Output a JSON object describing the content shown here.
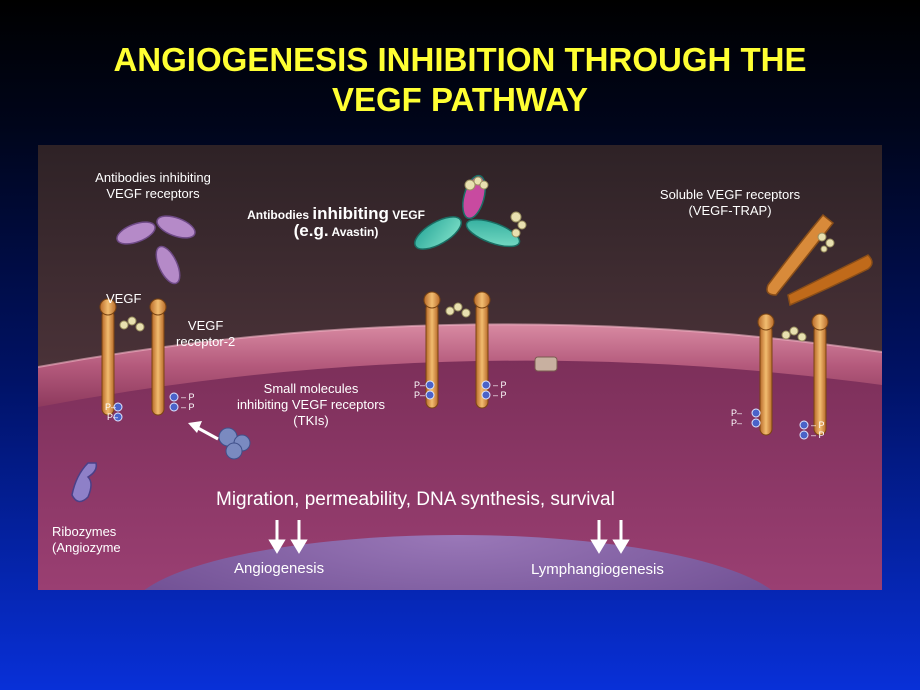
{
  "title": {
    "line1": "ANGIOGENESIS INHIBITION THROUGH THE",
    "line2": "VEGF PATHWAY"
  },
  "colors": {
    "title": "#ffff33",
    "background_top": "#000000",
    "background_bottom": "#0830d8",
    "membrane": "#c06a8a",
    "receptor": "#e0a050"
  },
  "labels": {
    "antibodies_receptors_line1": "Antibodies inhibiting",
    "antibodies_receptors_line2": "VEGF receptors",
    "antibodies_vegf_line1_a": "Antibodies",
    "antibodies_vegf_line1_b": "inhibiting",
    "antibodies_vegf_line1_c": "VEGF",
    "antibodies_vegf_line2_a": "(e.g.",
    "antibodies_vegf_line2_b": "Avastin)",
    "soluble_line1": "Soluble VEGF receptors",
    "soluble_line2": "(VEGF-TRAP)",
    "vegf": "VEGF",
    "vegf_receptor_line1": "VEGF",
    "vegf_receptor_line2": "receptor-2",
    "small_molecules_line1": "Small molecules",
    "small_molecules_line2": "inhibiting VEGF receptors",
    "small_molecules_line3": "(TKIs)",
    "ribozymes_line1": "Ribozymes",
    "ribozymes_line2": "(Angiozyme",
    "effects": "Migration, permeability, DNA synthesis, survival",
    "angiogenesis": "Angiogenesis",
    "lymphangiogenesis": "Lymphangiogenesis"
  },
  "phospho": {
    "left": "P–",
    "right": "– P"
  }
}
